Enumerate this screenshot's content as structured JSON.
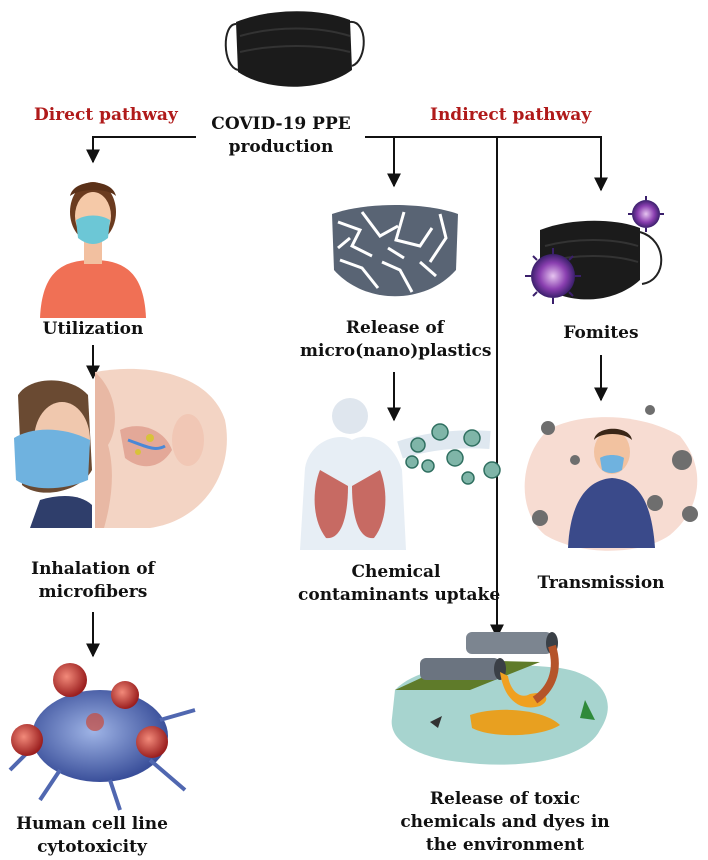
{
  "center": {
    "line1": "COVID-19 PPE",
    "line2": "production"
  },
  "direct": {
    "title": "Direct pathway",
    "utilization": "Utilization",
    "inhalation": {
      "line1": "Inhalation of",
      "line2": "microfibers"
    },
    "cytotoxicity": {
      "line1": "Human cell line",
      "line2": "cytotoxicity"
    }
  },
  "indirect": {
    "title": "Indirect pathway",
    "release": {
      "line1": "Release of",
      "line2": "micro(nano)plastics"
    },
    "chemical": {
      "line1": "Chemical",
      "line2": "contaminants uptake"
    },
    "fomites": "Fomites",
    "transmission": "Transmission",
    "environment": {
      "line1": "Release of toxic",
      "line2": "chemicals and dyes in",
      "line3": "the environment"
    }
  }
}
